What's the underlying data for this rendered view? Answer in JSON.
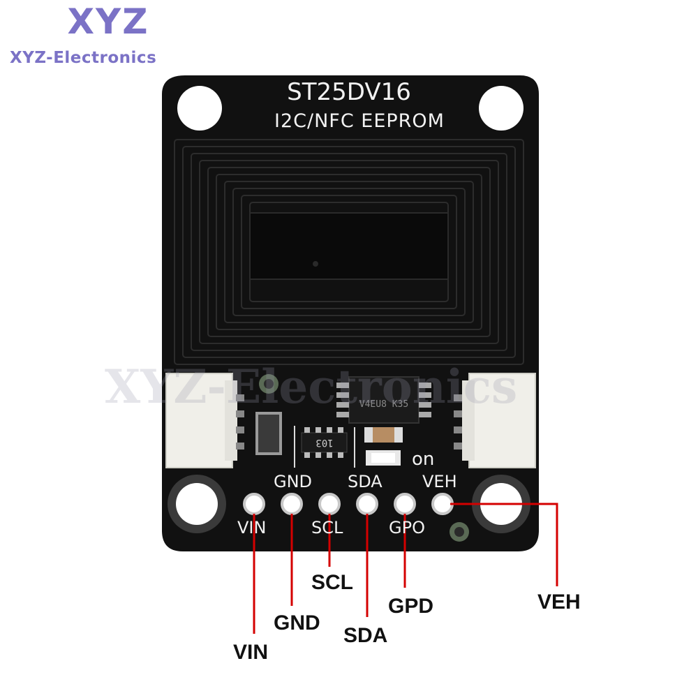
{
  "brand": {
    "logo_text": "XYZ",
    "company": "XYZ-Electronics",
    "color": "#7b72c6"
  },
  "board": {
    "model": "ST25DV16",
    "subtitle": "I2C/NFC  EEPROM",
    "chip_marking": "V4EU8 K35",
    "resistor_marking": "103",
    "led_label": "on",
    "pin_labels_top": [
      "GND",
      "SDA",
      "VEH"
    ],
    "pin_labels_bottom": [
      "VIN",
      "SCL",
      "GPO"
    ],
    "pcb_color": "#101010",
    "silk_color": "#f2f2f2"
  },
  "callouts": {
    "vin": "VIN",
    "gnd": "GND",
    "scl": "SCL",
    "sda": "SDA",
    "gpd": "GPD",
    "veh": "VEH",
    "line_color": "#d40000"
  },
  "watermark": {
    "text": "XYZ-Electronics"
  }
}
